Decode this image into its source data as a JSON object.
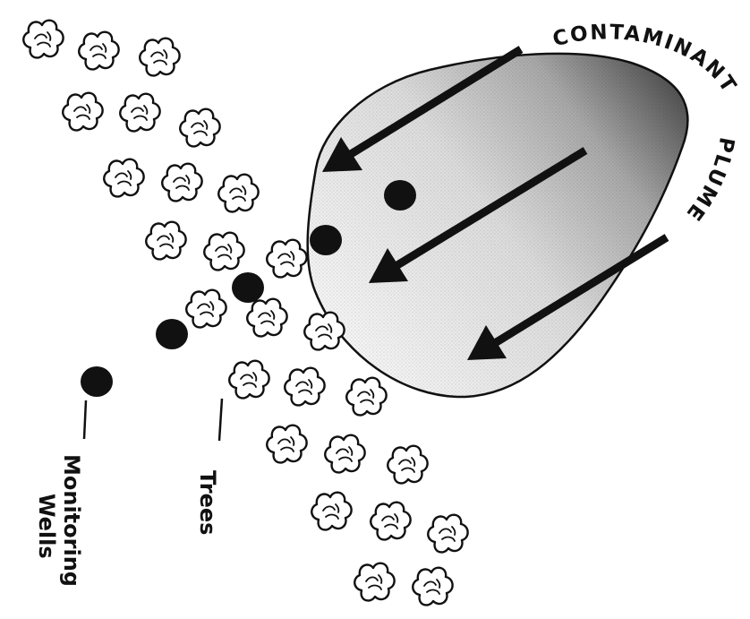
{
  "plume_label_line1": "CONTAMINANT",
  "plume_label_line2": "PLUME",
  "trees_label": "Trees",
  "wells_label_line1": "Monitoring",
  "wells_label_line2": "Wells",
  "colors": {
    "ink": "#111111",
    "plume_light": "#f2f2f2",
    "plume_dark": "#4a4a4a",
    "background": "#ffffff"
  },
  "icons": {
    "tree": "tree-icon",
    "well": "well-dot",
    "flow": "flow-arrow"
  }
}
